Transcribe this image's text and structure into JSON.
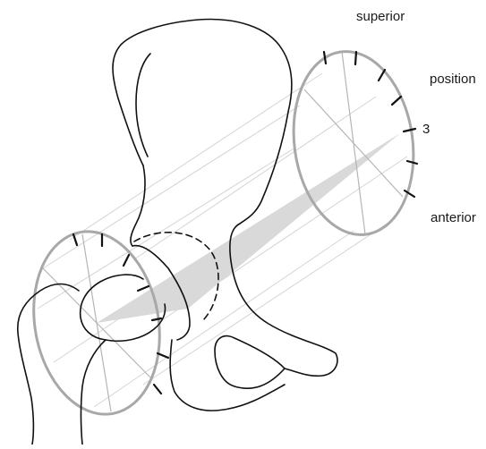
{
  "labels": {
    "superior": "superior",
    "position": "position",
    "position_number": "3",
    "anterior": "anterior"
  },
  "colors": {
    "bone_outline": "#111111",
    "dial_ring": "#a8a8a8",
    "projection_plane": "#d9d9d9",
    "guide_lines": "#d2d2d2",
    "tick_marks": "#111111"
  }
}
